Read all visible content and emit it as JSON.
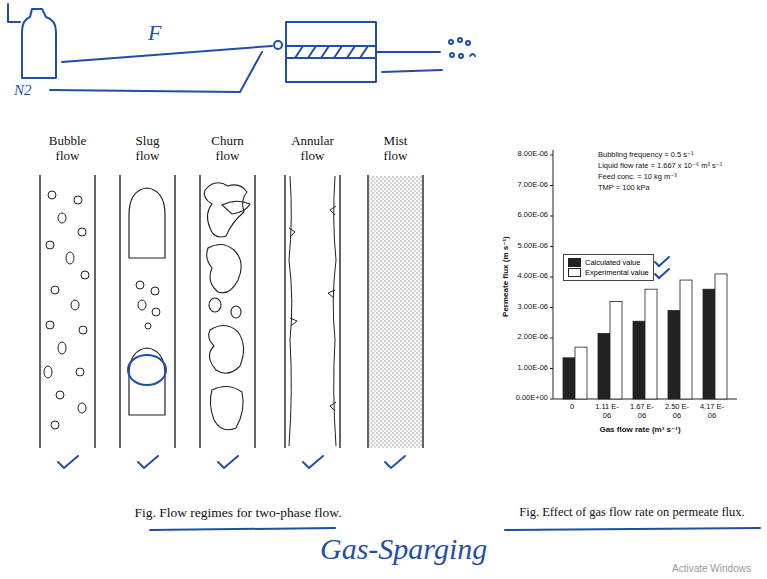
{
  "diagram": {
    "caption": "Fig. Effect of gas flow rate on permeate flux.",
    "nodes": [
      {
        "text": [
          "Bubble flow"
        ]
      },
      {
        "text": [
          "Slug flow"
        ]
      },
      {
        "text": [
          "Churn flow"
        ]
      },
      {
        "text": [
          "Annular flow"
        ]
      },
      {
        "text": [
          "Mist flow"
        ]
      }
    ],
    "labels": [
      "F",
      "N2",
      "Bubbling frequency = 0.5 s⁻¹",
      "Liquid flow rate = 1.667 x 10⁻⁶ m³ s⁻¹",
      "Feed conc. = 10 kg m⁻³",
      "TMP = 100 kPa",
      "8.00E-06",
      "7.00E-06",
      "6.00E-06",
      "5.00E-06",
      "4.00E-06",
      "3.00E-06",
      "2.00E-06",
      "1.00E-06",
      "0.00E+00",
      "Permeate flux (m s⁻¹)",
      "0",
      "1.11 E-06",
      "1.67 E-06",
      "2.50 E-06",
      "4.17 E-06",
      "Gas flow rate (m³ s⁻¹)",
      "Fig. Flow regimes for two-phase flow.",
      "Gas-Sparging",
      "Activate Windows"
    ],
    "legend": [
      {
        "text": "Calculated value",
        "color": "#222222"
      },
      {
        "text": "Experimental value",
        "color": "#ffffff"
      }
    ]
  }
}
